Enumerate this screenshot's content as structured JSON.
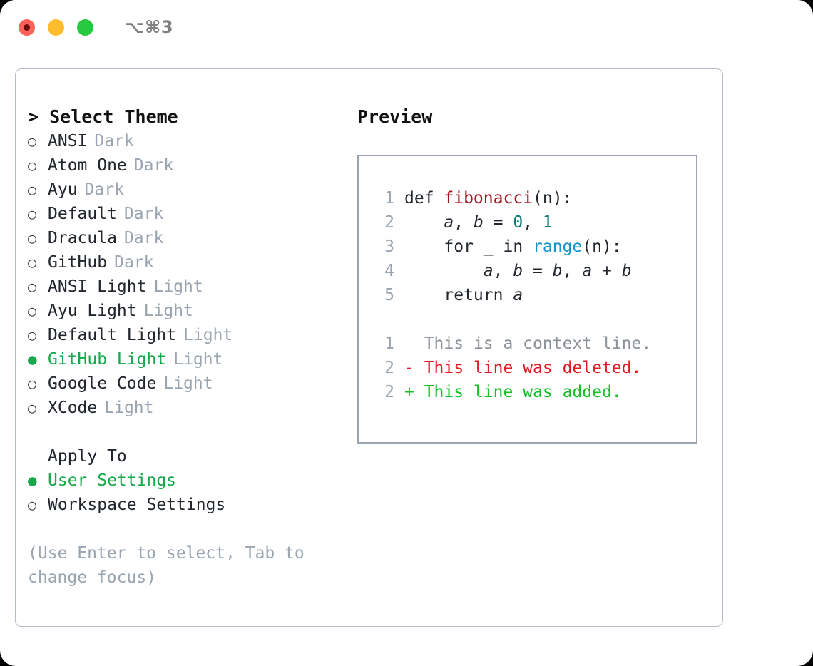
{
  "titlebar": {
    "shortcut": "⌥⌘3",
    "buttons": {
      "close": "close-button",
      "minimize": "minimize-button",
      "maximize": "maximize-button"
    }
  },
  "theme_selector": {
    "header": "> Select Theme",
    "items": [
      {
        "label": "ANSI",
        "variant": "Dark",
        "selected": false
      },
      {
        "label": "Atom One",
        "variant": "Dark",
        "selected": false
      },
      {
        "label": "Ayu",
        "variant": "Dark",
        "selected": false
      },
      {
        "label": "Default",
        "variant": "Dark",
        "selected": false
      },
      {
        "label": "Dracula",
        "variant": "Dark",
        "selected": false
      },
      {
        "label": "GitHub",
        "variant": "Dark",
        "selected": false
      },
      {
        "label": "ANSI Light",
        "variant": "Light",
        "selected": false
      },
      {
        "label": "Ayu Light",
        "variant": "Light",
        "selected": false
      },
      {
        "label": "Default Light",
        "variant": "Light",
        "selected": false
      },
      {
        "label": "GitHub Light",
        "variant": "Light",
        "selected": true
      },
      {
        "label": "Google Code",
        "variant": "Light",
        "selected": false
      },
      {
        "label": "XCode",
        "variant": "Light",
        "selected": false
      }
    ]
  },
  "apply_to": {
    "header": "Apply To",
    "items": [
      {
        "label": "User Settings",
        "selected": true
      },
      {
        "label": "Workspace Settings",
        "selected": false
      }
    ]
  },
  "hint": "(Use Enter to select, Tab to change focus)",
  "preview": {
    "title": "Preview",
    "code_lines": [
      {
        "no": "1",
        "tokens": [
          {
            "t": "def ",
            "c": "kw"
          },
          {
            "t": "fibonacci",
            "c": "fn"
          },
          {
            "t": "(n):",
            "c": "plain"
          }
        ]
      },
      {
        "no": "2",
        "tokens": [
          {
            "t": "    ",
            "c": "plain"
          },
          {
            "t": "a",
            "c": "var"
          },
          {
            "t": ", ",
            "c": "plain"
          },
          {
            "t": "b",
            "c": "var"
          },
          {
            "t": " = ",
            "c": "plain"
          },
          {
            "t": "0",
            "c": "num"
          },
          {
            "t": ", ",
            "c": "plain"
          },
          {
            "t": "1",
            "c": "num"
          }
        ]
      },
      {
        "no": "3",
        "tokens": [
          {
            "t": "    for _ in ",
            "c": "plain"
          },
          {
            "t": "range",
            "c": "call"
          },
          {
            "t": "(n):",
            "c": "plain"
          }
        ]
      },
      {
        "no": "4",
        "tokens": [
          {
            "t": "        ",
            "c": "plain"
          },
          {
            "t": "a",
            "c": "var"
          },
          {
            "t": ", ",
            "c": "plain"
          },
          {
            "t": "b",
            "c": "var"
          },
          {
            "t": " = ",
            "c": "plain"
          },
          {
            "t": "b",
            "c": "var"
          },
          {
            "t": ", ",
            "c": "plain"
          },
          {
            "t": "a",
            "c": "var"
          },
          {
            "t": " + ",
            "c": "plain"
          },
          {
            "t": "b",
            "c": "var"
          }
        ]
      },
      {
        "no": "5",
        "tokens": [
          {
            "t": "    return ",
            "c": "plain"
          },
          {
            "t": "a",
            "c": "var"
          }
        ]
      }
    ],
    "diff_lines": [
      {
        "no": "1",
        "marker": "  ",
        "text": "This is a context line.",
        "kind": "ctx"
      },
      {
        "no": "2",
        "marker": "- ",
        "text": "This line was deleted.",
        "kind": "del"
      },
      {
        "no": "2",
        "marker": "+ ",
        "text": "This line was added.",
        "kind": "add"
      }
    ]
  },
  "colors": {
    "accent_green": "#16a84a",
    "muted": "#9aa5b1",
    "border": "#9aa5b1",
    "diff_add": "#14c024",
    "diff_del": "#e01b24",
    "syntax_function": "#a3161f",
    "syntax_number": "#0f7a78",
    "syntax_call": "#1296c9"
  }
}
